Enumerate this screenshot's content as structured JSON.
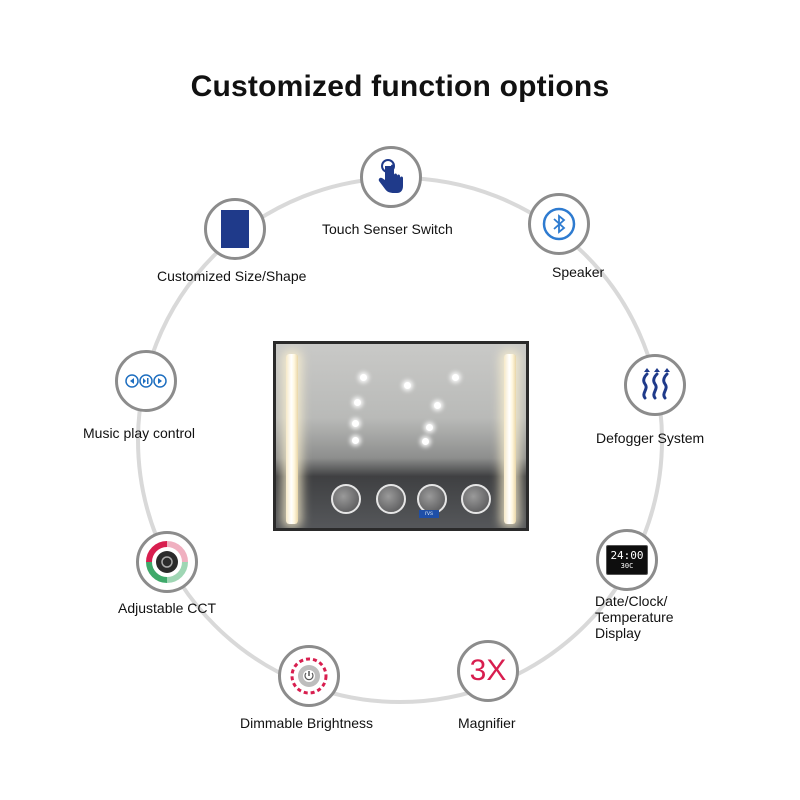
{
  "title": "Customized function options",
  "colors": {
    "ring": "#d9d9d9",
    "node_border": "#8c8c8c",
    "accent_blue": "#1f3a8a",
    "bluetooth_blue": "#2e7bd0",
    "magnifier_red": "#d81e4f"
  },
  "features": [
    {
      "label": "Touch Senser Switch",
      "icon": "touch-hand-icon"
    },
    {
      "label": "Speaker",
      "icon": "bluetooth-icon"
    },
    {
      "label": "Defogger System",
      "icon": "heat-waves-icon"
    },
    {
      "label": "Date/Clock/ Temperature Display",
      "icon": "lcd-display-icon"
    },
    {
      "label": "Magnifier",
      "icon": "magnifier-icon"
    },
    {
      "label": "Dimmable Brightness",
      "icon": "dimmer-icon"
    },
    {
      "label": "Adjustable CCT",
      "icon": "color-temperature-dial-icon"
    },
    {
      "label": "Music play control",
      "icon": "music-controls-icon"
    },
    {
      "label": "Customized Size/Shape",
      "icon": "rectangle-shape-icon"
    }
  ],
  "magnifier_text": "3X",
  "display": {
    "time": "24:00",
    "temp": "30C"
  },
  "mirror_screen_text": "rvs"
}
